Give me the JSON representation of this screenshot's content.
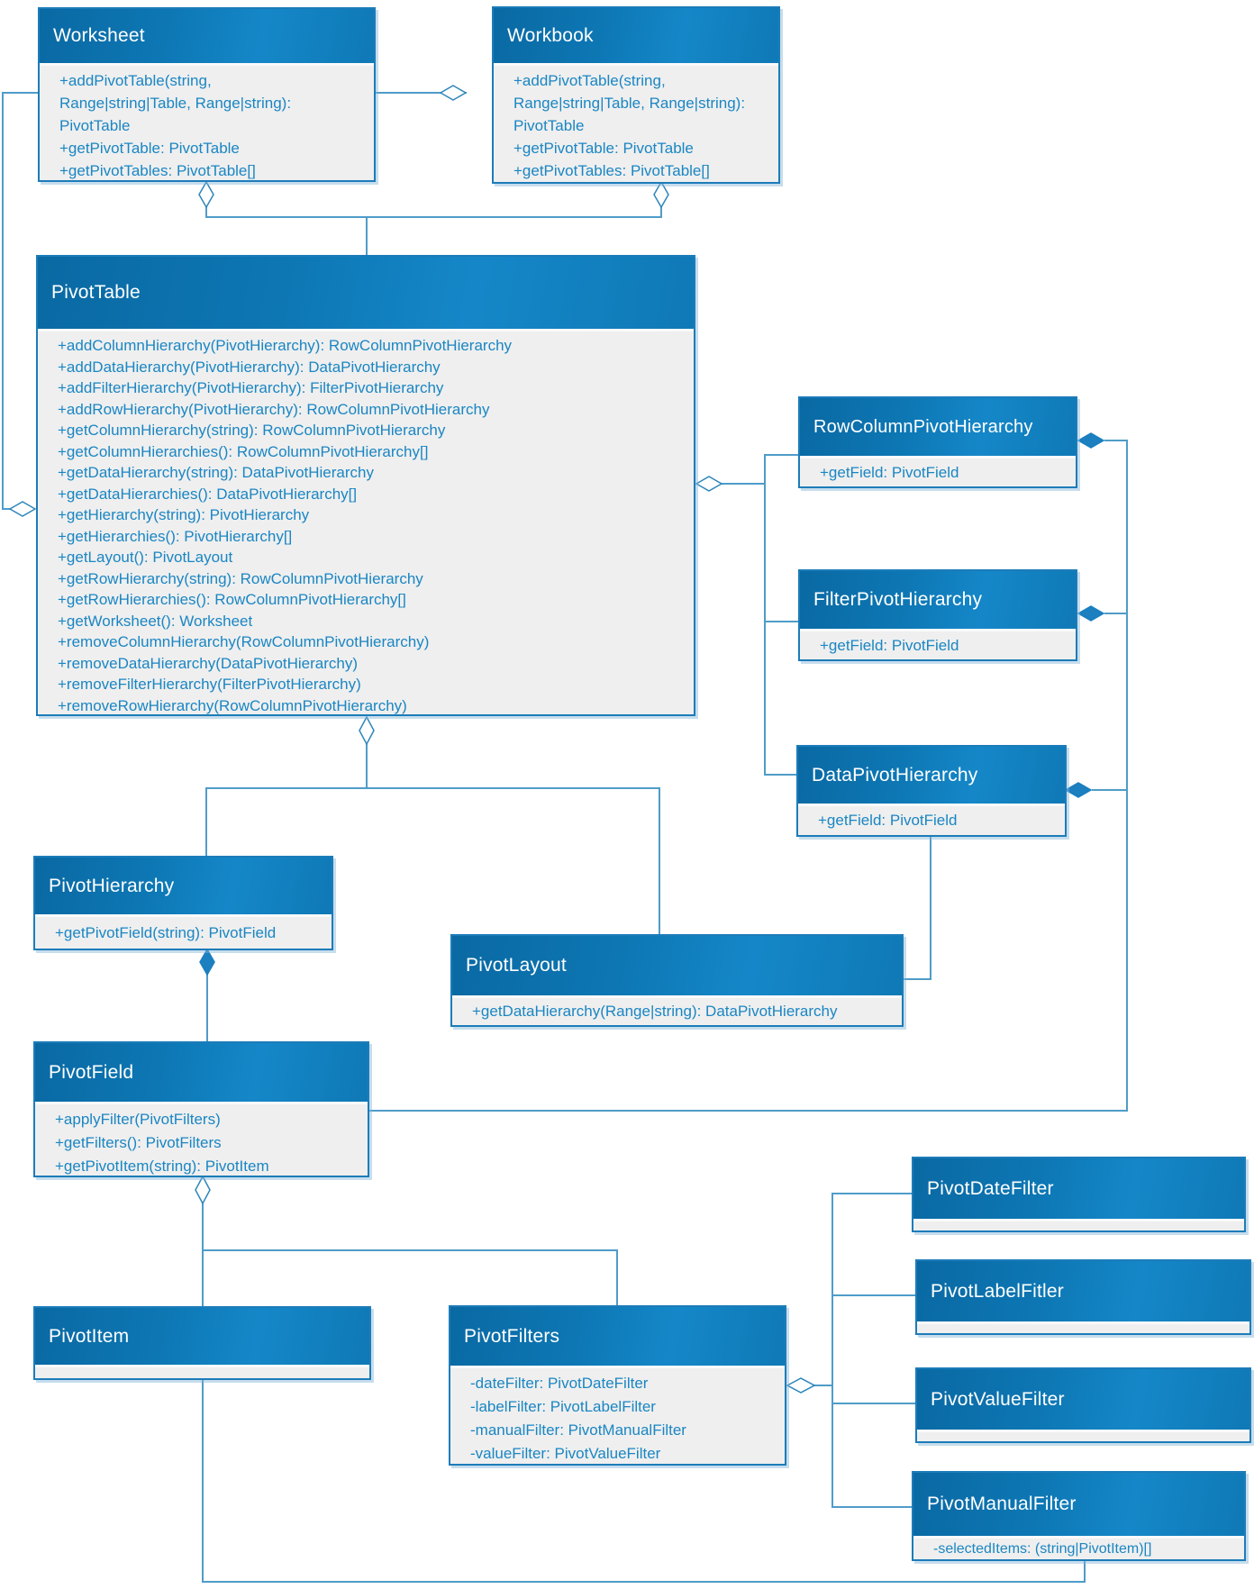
{
  "colors": {
    "header_gradient_start": "#0a69a3",
    "header_gradient_end": "#1587c8",
    "box_border": "#1c7cb9",
    "member_text": "#1a86c3",
    "connector": "#4f9cc9",
    "body_background": "#efefef",
    "header_text": "#ffffff"
  },
  "classes": {
    "worksheet": {
      "title": "Worksheet",
      "members": [
        "+addPivotTable(string,",
        "Range|string|Table, Range|string):",
        "PivotTable",
        "+getPivotTable: PivotTable",
        "+getPivotTables: PivotTable[]"
      ]
    },
    "workbook": {
      "title": "Workbook",
      "members": [
        "+addPivotTable(string,",
        "Range|string|Table, Range|string):",
        "PivotTable",
        "+getPivotTable: PivotTable",
        "+getPivotTables: PivotTable[]"
      ]
    },
    "pivotTable": {
      "title": "PivotTable",
      "members": [
        "+addColumnHierarchy(PivotHierarchy): RowColumnPivotHierarchy",
        "+addDataHierarchy(PivotHierarchy): DataPivotHierarchy",
        "+addFilterHierarchy(PivotHierarchy): FilterPivotHierarchy",
        "+addRowHierarchy(PivotHierarchy): RowColumnPivotHierarchy",
        "+getColumnHierarchy(string): RowColumnPivotHierarchy",
        "+getColumnHierarchies(): RowColumnPivotHierarchy[]",
        "+getDataHierarchy(string): DataPivotHierarchy",
        "+getDataHierarchies(): DataPivotHierarchy[]",
        "+getHierarchy(string): PivotHierarchy",
        "+getHierarchies(): PivotHierarchy[]",
        "+getLayout(): PivotLayout",
        "+getRowHierarchy(string): RowColumnPivotHierarchy",
        "+getRowHierarchies(): RowColumnPivotHierarchy[]",
        "+getWorksheet(): Worksheet",
        "+removeColumnHierarchy(RowColumnPivotHierarchy)",
        "+removeDataHierarchy(DataPivotHierarchy)",
        "+removeFilterHierarchy(FilterPivotHierarchy)",
        "+removeRowHierarchy(RowColumnPivotHierarchy)"
      ]
    },
    "rowColumnPivotHierarchy": {
      "title": "RowColumnPivotHierarchy",
      "members": [
        "+getField: PivotField"
      ]
    },
    "filterPivotHierarchy": {
      "title": "FilterPivotHierarchy",
      "members": [
        "+getField: PivotField"
      ]
    },
    "dataPivotHierarchy": {
      "title": "DataPivotHierarchy",
      "members": [
        "+getField: PivotField"
      ]
    },
    "pivotHierarchy": {
      "title": "PivotHierarchy",
      "members": [
        "+getPivotField(string): PivotField"
      ]
    },
    "pivotLayout": {
      "title": "PivotLayout",
      "members": [
        "+getDataHierarchy(Range|string): DataPivotHierarchy"
      ]
    },
    "pivotField": {
      "title": "PivotField",
      "members": [
        "+applyFilter(PivotFilters)",
        "+getFilters(): PivotFilters",
        "+getPivotItem(string): PivotItem"
      ]
    },
    "pivotItem": {
      "title": "PivotItem",
      "members": []
    },
    "pivotFilters": {
      "title": "PivotFilters",
      "members": [
        "-dateFilter: PivotDateFilter",
        "-labelFilter: PivotLabelFilter",
        "-manualFilter: PivotManualFilter",
        "-valueFilter: PivotValueFilter"
      ]
    },
    "pivotDateFilter": {
      "title": "PivotDateFilter",
      "members": []
    },
    "pivotLabelFitler": {
      "title": "PivotLabelFitler",
      "members": []
    },
    "pivotValueFilter": {
      "title": "PivotValueFilter",
      "members": []
    },
    "pivotManualFilter": {
      "title": "PivotManualFilter",
      "members": [
        "-selectedItems: (string|PivotItem)[]"
      ]
    }
  },
  "relationships": [
    {
      "from": "Worksheet",
      "to": "Workbook",
      "type": "aggregation-open-diamond"
    },
    {
      "from": "PivotTable",
      "to": "Worksheet",
      "type": "aggregation-open-diamond"
    },
    {
      "from": "PivotTable",
      "to": "Workbook",
      "type": "aggregation-open-diamond"
    },
    {
      "from": "Worksheet",
      "to": "PivotTable",
      "type": "aggregation-open-diamond"
    },
    {
      "from": "RowColumnPivotHierarchy",
      "to": "PivotTable",
      "type": "aggregation-open-diamond"
    },
    {
      "from": "FilterPivotHierarchy",
      "to": "PivotTable",
      "type": "aggregation-open-diamond"
    },
    {
      "from": "DataPivotHierarchy",
      "to": "PivotTable",
      "type": "aggregation-open-diamond"
    },
    {
      "from": "PivotField",
      "to": "RowColumnPivotHierarchy",
      "type": "composition-filled-diamond"
    },
    {
      "from": "PivotField",
      "to": "FilterPivotHierarchy",
      "type": "composition-filled-diamond"
    },
    {
      "from": "PivotField",
      "to": "DataPivotHierarchy",
      "type": "composition-filled-diamond"
    },
    {
      "from": "PivotTable",
      "to": "PivotHierarchy",
      "type": "aggregation-open-diamond"
    },
    {
      "from": "PivotTable",
      "to": "PivotLayout",
      "type": "association"
    },
    {
      "from": "PivotLayout",
      "to": "DataPivotHierarchy",
      "type": "association"
    },
    {
      "from": "PivotField",
      "to": "PivotHierarchy",
      "type": "composition-filled-diamond"
    },
    {
      "from": "PivotItem",
      "to": "PivotField",
      "type": "aggregation-open-diamond"
    },
    {
      "from": "PivotFilters",
      "to": "PivotField",
      "type": "aggregation-open-diamond"
    },
    {
      "from": "PivotDateFilter",
      "to": "PivotFilters",
      "type": "aggregation-open-diamond"
    },
    {
      "from": "PivotLabelFitler",
      "to": "PivotFilters",
      "type": "aggregation-open-diamond"
    },
    {
      "from": "PivotValueFilter",
      "to": "PivotFilters",
      "type": "aggregation-open-diamond"
    },
    {
      "from": "PivotManualFilter",
      "to": "PivotFilters",
      "type": "aggregation-open-diamond"
    },
    {
      "from": "PivotManualFilter",
      "to": "PivotItem",
      "type": "association"
    }
  ]
}
